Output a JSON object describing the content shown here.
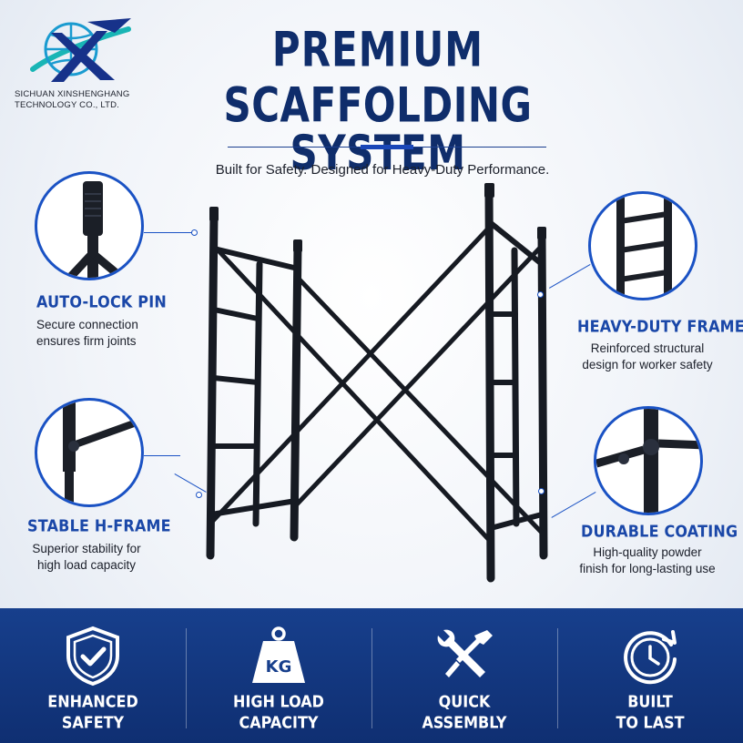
{
  "brand": {
    "company_line1": "SICHUAN XINSHENGHANG",
    "company_line2": "TECHNOLOGY CO., LTD.",
    "logo_icon": "globe-x-logo-icon"
  },
  "header": {
    "title_line1": "PREMIUM",
    "title_line2": "SCAFFOLDING SYSTEM",
    "subtitle": "Built for Safety. Designed for Heavy-Duty Performance."
  },
  "features": [
    {
      "title": "AUTO-LOCK PIN",
      "desc_line1": "Secure connection",
      "desc_line2": "ensures firm joints",
      "icon": "auto-lock-pin-closeup"
    },
    {
      "title": "STABLE H-FRAME",
      "desc_line1": "Superior stability for",
      "desc_line2": "high load capacity",
      "icon": "h-frame-joint-closeup"
    },
    {
      "title": "HEAVY-DUTY FRAME",
      "desc_line1": "Reinforced structural",
      "desc_line2": "design for worker safety",
      "icon": "ladder-frame-closeup"
    },
    {
      "title": "DURABLE COATING",
      "desc_line1": "High-quality powder",
      "desc_line2": "finish for long-lasting use",
      "icon": "coated-joint-closeup"
    }
  ],
  "benefits": [
    {
      "line1": "ENHANCED",
      "line2": "SAFETY",
      "icon": "shield-check-icon"
    },
    {
      "line1": "HIGH LOAD",
      "line2": "CAPACITY",
      "icon": "kg-weight-icon",
      "icon_text": "KG"
    },
    {
      "line1": "QUICK",
      "line2": "ASSEMBLY",
      "icon": "wrench-screwdriver-icon"
    },
    {
      "line1": "BUILT",
      "line2": "TO LAST",
      "icon": "clock-icon"
    }
  ],
  "colors": {
    "title_navy": "#0f2d6b",
    "accent_blue": "#1a52c4",
    "band_navy": "#173f8c",
    "frame_black": "#161a22"
  }
}
